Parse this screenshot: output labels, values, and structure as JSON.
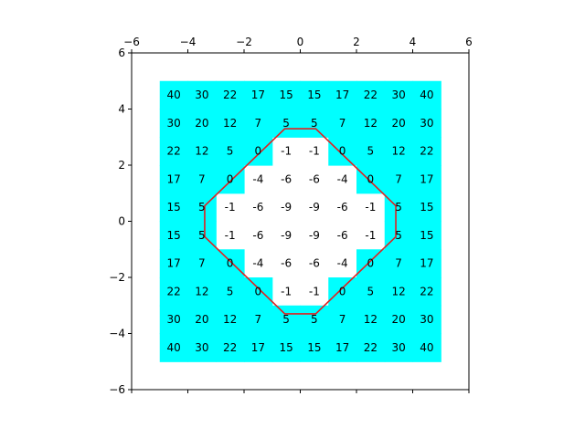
{
  "chart_data": {
    "type": "heatmap",
    "title": "",
    "xlabel": "",
    "ylabel": "",
    "xlim": [
      -6,
      6
    ],
    "ylim": [
      -6,
      6
    ],
    "xticks": [
      -6,
      -4,
      -2,
      0,
      2,
      4,
      6
    ],
    "yticks": [
      -6,
      -4,
      -2,
      0,
      2,
      4,
      6
    ],
    "x_tick_position": "top",
    "grid": false,
    "cell_size": 1,
    "x_centers": [
      -4.5,
      -3.5,
      -2.5,
      -1.5,
      -0.5,
      0.5,
      1.5,
      2.5,
      3.5,
      4.5
    ],
    "y_centers": [
      4.5,
      3.5,
      2.5,
      1.5,
      0.5,
      -0.5,
      -1.5,
      -2.5,
      -3.5,
      -4.5
    ],
    "values": [
      [
        40,
        30,
        22,
        17,
        15,
        15,
        17,
        22,
        30,
        40
      ],
      [
        30,
        20,
        12,
        7,
        5,
        5,
        7,
        12,
        20,
        30
      ],
      [
        22,
        12,
        5,
        0,
        -1,
        -1,
        0,
        5,
        12,
        22
      ],
      [
        17,
        7,
        0,
        -4,
        -6,
        -6,
        -4,
        0,
        7,
        17
      ],
      [
        15,
        5,
        -1,
        -6,
        -9,
        -9,
        -6,
        -1,
        5,
        15
      ],
      [
        15,
        5,
        -1,
        -6,
        -9,
        -9,
        -6,
        -1,
        5,
        15
      ],
      [
        17,
        7,
        0,
        -4,
        -6,
        -6,
        -4,
        0,
        7,
        17
      ],
      [
        22,
        12,
        5,
        0,
        -1,
        -1,
        0,
        5,
        12,
        22
      ],
      [
        30,
        20,
        12,
        7,
        5,
        5,
        7,
        12,
        20,
        30
      ],
      [
        40,
        30,
        22,
        17,
        15,
        15,
        17,
        22,
        30,
        40
      ]
    ],
    "fill_rule": "cells with value >= 0 are filled",
    "fill_color": "#00ffff",
    "contour": {
      "level": 0,
      "color": "#e02020",
      "points": [
        [
          -0.55,
          3.3
        ],
        [
          0.55,
          3.3
        ],
        [
          3.4,
          0.55
        ],
        [
          3.4,
          -0.55
        ],
        [
          0.55,
          -3.3
        ],
        [
          -0.55,
          -3.3
        ],
        [
          -3.4,
          -0.55
        ],
        [
          -3.4,
          0.55
        ]
      ]
    }
  }
}
